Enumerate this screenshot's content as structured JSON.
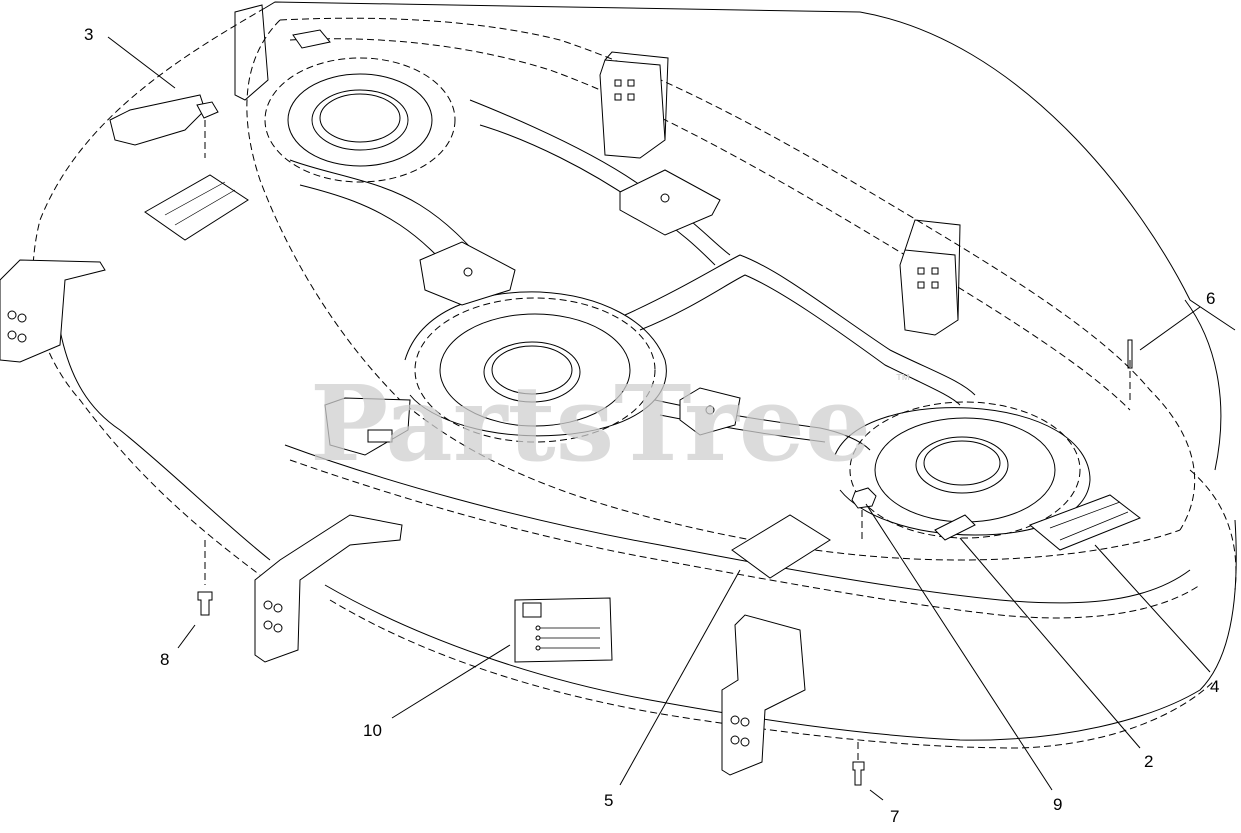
{
  "watermark": {
    "text": "PartsTree",
    "trademark": "™"
  },
  "callouts": [
    {
      "id": "c3",
      "label": "3"
    },
    {
      "id": "c6",
      "label": "6"
    },
    {
      "id": "c8",
      "label": "8"
    },
    {
      "id": "c10",
      "label": "10"
    },
    {
      "id": "c5",
      "label": "5"
    },
    {
      "id": "c7",
      "label": "7"
    },
    {
      "id": "c9",
      "label": "9"
    },
    {
      "id": "c2",
      "label": "2"
    },
    {
      "id": "c4",
      "label": "4"
    }
  ]
}
